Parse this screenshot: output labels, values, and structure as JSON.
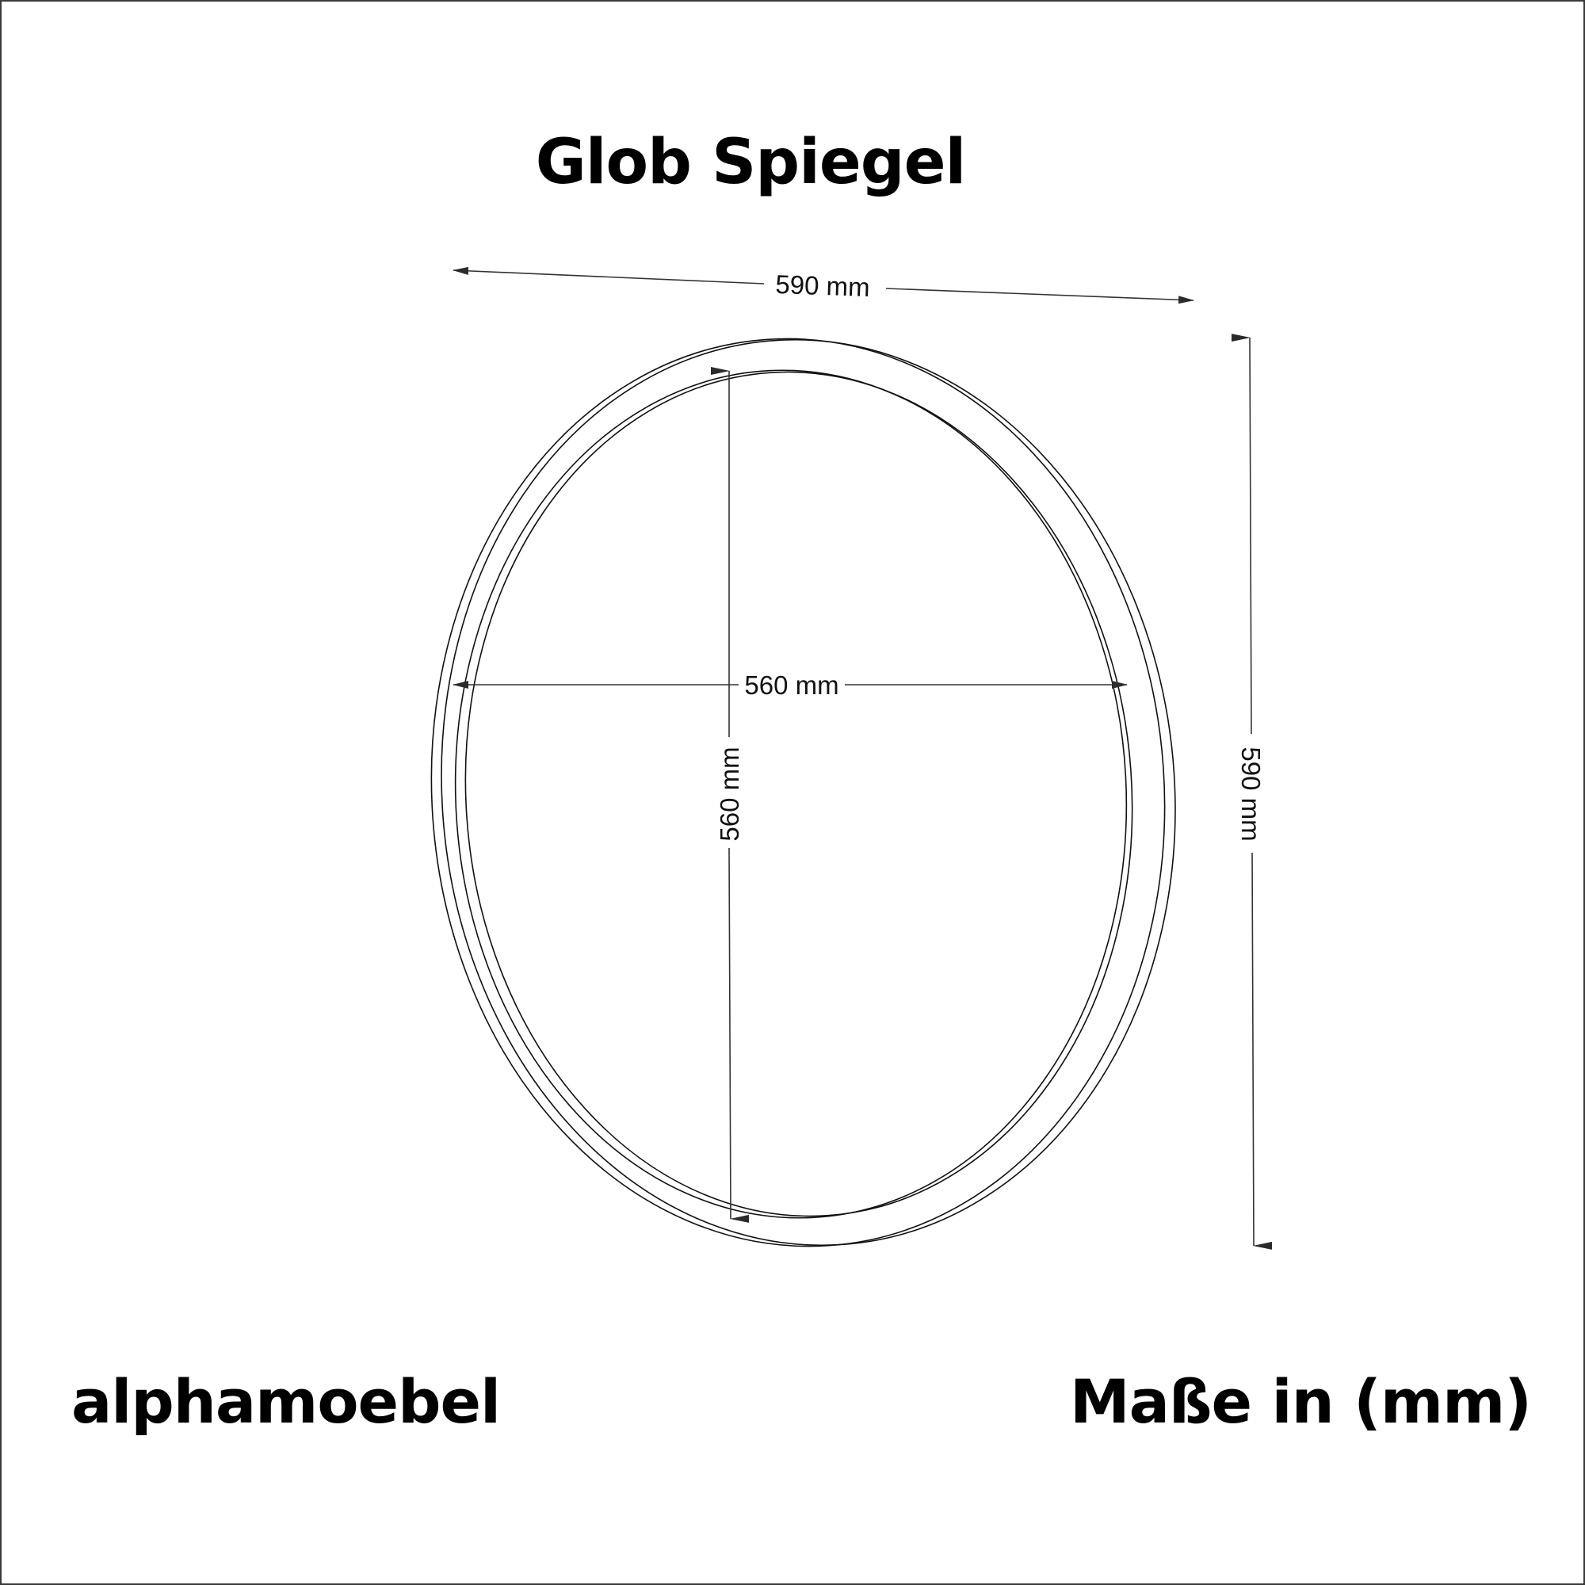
{
  "title": "Glob Spiegel",
  "brand": "alphamoebel",
  "units_note": "Maße in (mm)",
  "dimensions": {
    "outer_width": "590 mm",
    "outer_height": "590 mm",
    "inner_width": "560 mm",
    "inner_height": "560 mm"
  },
  "colors": {
    "line": "#111111",
    "arrow": "#2b2b2b",
    "frame_border": "#3a3a3a",
    "background": "#ffffff"
  }
}
